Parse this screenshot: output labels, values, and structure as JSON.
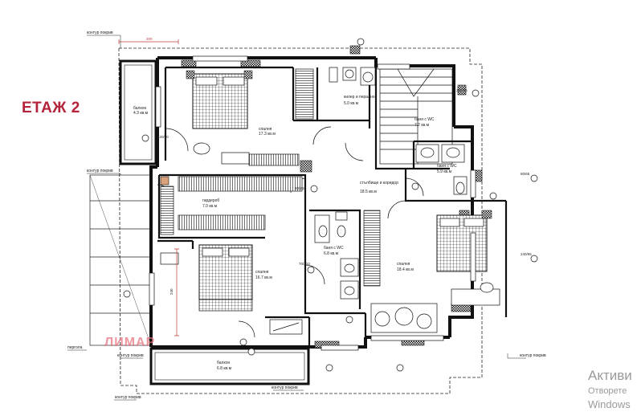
{
  "floor_title": "ЕТАЖ 2",
  "watermark": "ЛИМАР",
  "os_activation": {
    "line1": "Активи",
    "line2": "Отворете",
    "line3": "Windows"
  },
  "rooms": [
    {
      "id": "balcony-top",
      "name": "балкон",
      "area": "4.3 кв.м"
    },
    {
      "id": "bedroom-1",
      "name": "спалня",
      "area": "17.3 кв.м"
    },
    {
      "id": "laundry",
      "name": "килер и перално",
      "area": "5.0 кв.м"
    },
    {
      "id": "bath-1",
      "name": "баня с WC",
      "area": "7.2 кв.м"
    },
    {
      "id": "bath-2",
      "name": "баня с WC",
      "area": "5.9 кв.м"
    },
    {
      "id": "wardrobe",
      "name": "гардероб",
      "area": "7.0 кв.м"
    },
    {
      "id": "hall",
      "name": "стълбище и коридор",
      "area": "18.5 кв.м"
    },
    {
      "id": "bath-3",
      "name": "баня с WC",
      "area": "6.8 кв.м"
    },
    {
      "id": "bedroom-2",
      "name": "спалня",
      "area": "16.7 кв.м"
    },
    {
      "id": "bedroom-3",
      "name": "спалня",
      "area": "18.4 кв.м"
    },
    {
      "id": "balcony-bottom",
      "name": "балкон",
      "area": "6.8 кв.м"
    }
  ],
  "annotations": {
    "contour_top": "контур покрив",
    "dim_200": "200",
    "dim_240": "240",
    "pergola": "пергола",
    "contour_bl": "контур покрив",
    "contour_bottom": "контур покрив",
    "contour_right": "контур покрив",
    "contour_left": "контур покрив",
    "contour_bl2": "контур покрив",
    "door_80_210": "80/210",
    "door_70_210": "70/210",
    "win_120_60": "120/60",
    "win_80_65": "80/65",
    "win_200_65": "200/65",
    "win_240_65": "240/65"
  }
}
